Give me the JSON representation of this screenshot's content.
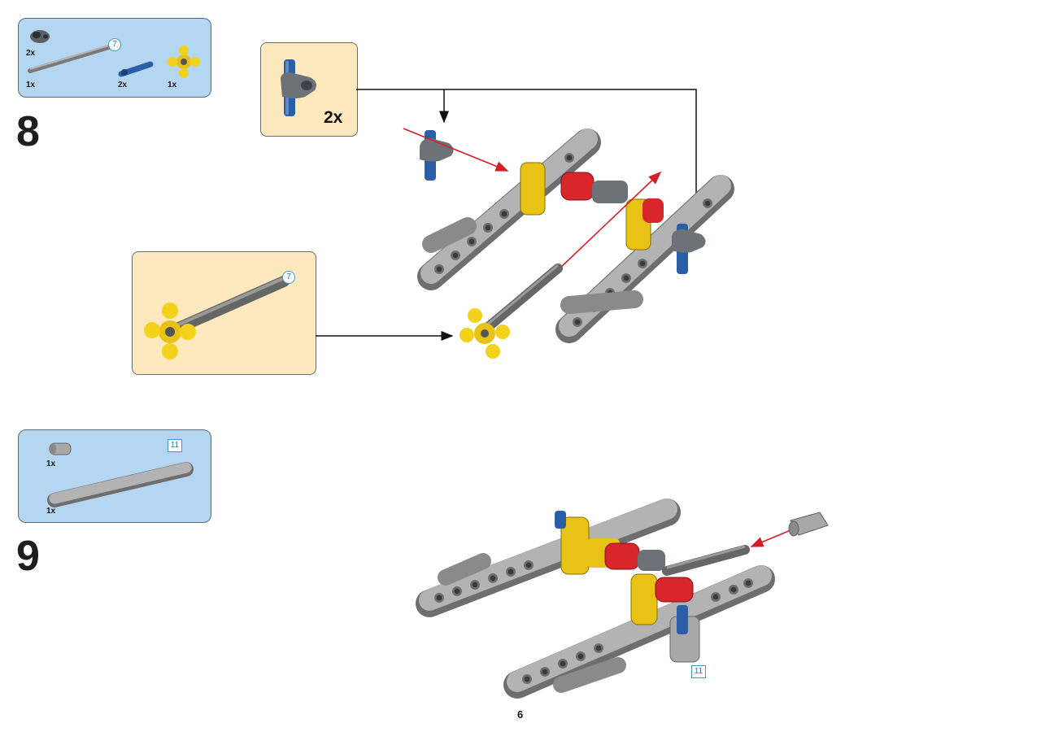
{
  "step8": {
    "number": "8",
    "parts": [
      {
        "qty": "2x",
        "name": "pin-connector"
      },
      {
        "qty": "1x",
        "name": "axle",
        "length": "7"
      },
      {
        "qty": "2x",
        "name": "blue-axle-pin"
      },
      {
        "qty": "1x",
        "name": "yellow-hub"
      }
    ],
    "callout_subassembly": {
      "qty": "2x"
    },
    "callout_axle": {
      "length": "7"
    }
  },
  "step9": {
    "number": "9",
    "parts": [
      {
        "qty": "1x",
        "name": "bush"
      },
      {
        "qty": "1x",
        "name": "beam",
        "length": "11"
      }
    ],
    "model_beam_length": "11"
  },
  "page": {
    "number": "6"
  },
  "colors": {
    "parts_box": "#b4d6f1",
    "callout": "#fde9bd",
    "beam_gray": "#a9a9a9",
    "blue_pin": "#2a5fa8",
    "yellow_part": "#f3d21c",
    "red_part": "#d9262b",
    "arrow_red": "#d41f26",
    "arrow_black": "#111111"
  }
}
